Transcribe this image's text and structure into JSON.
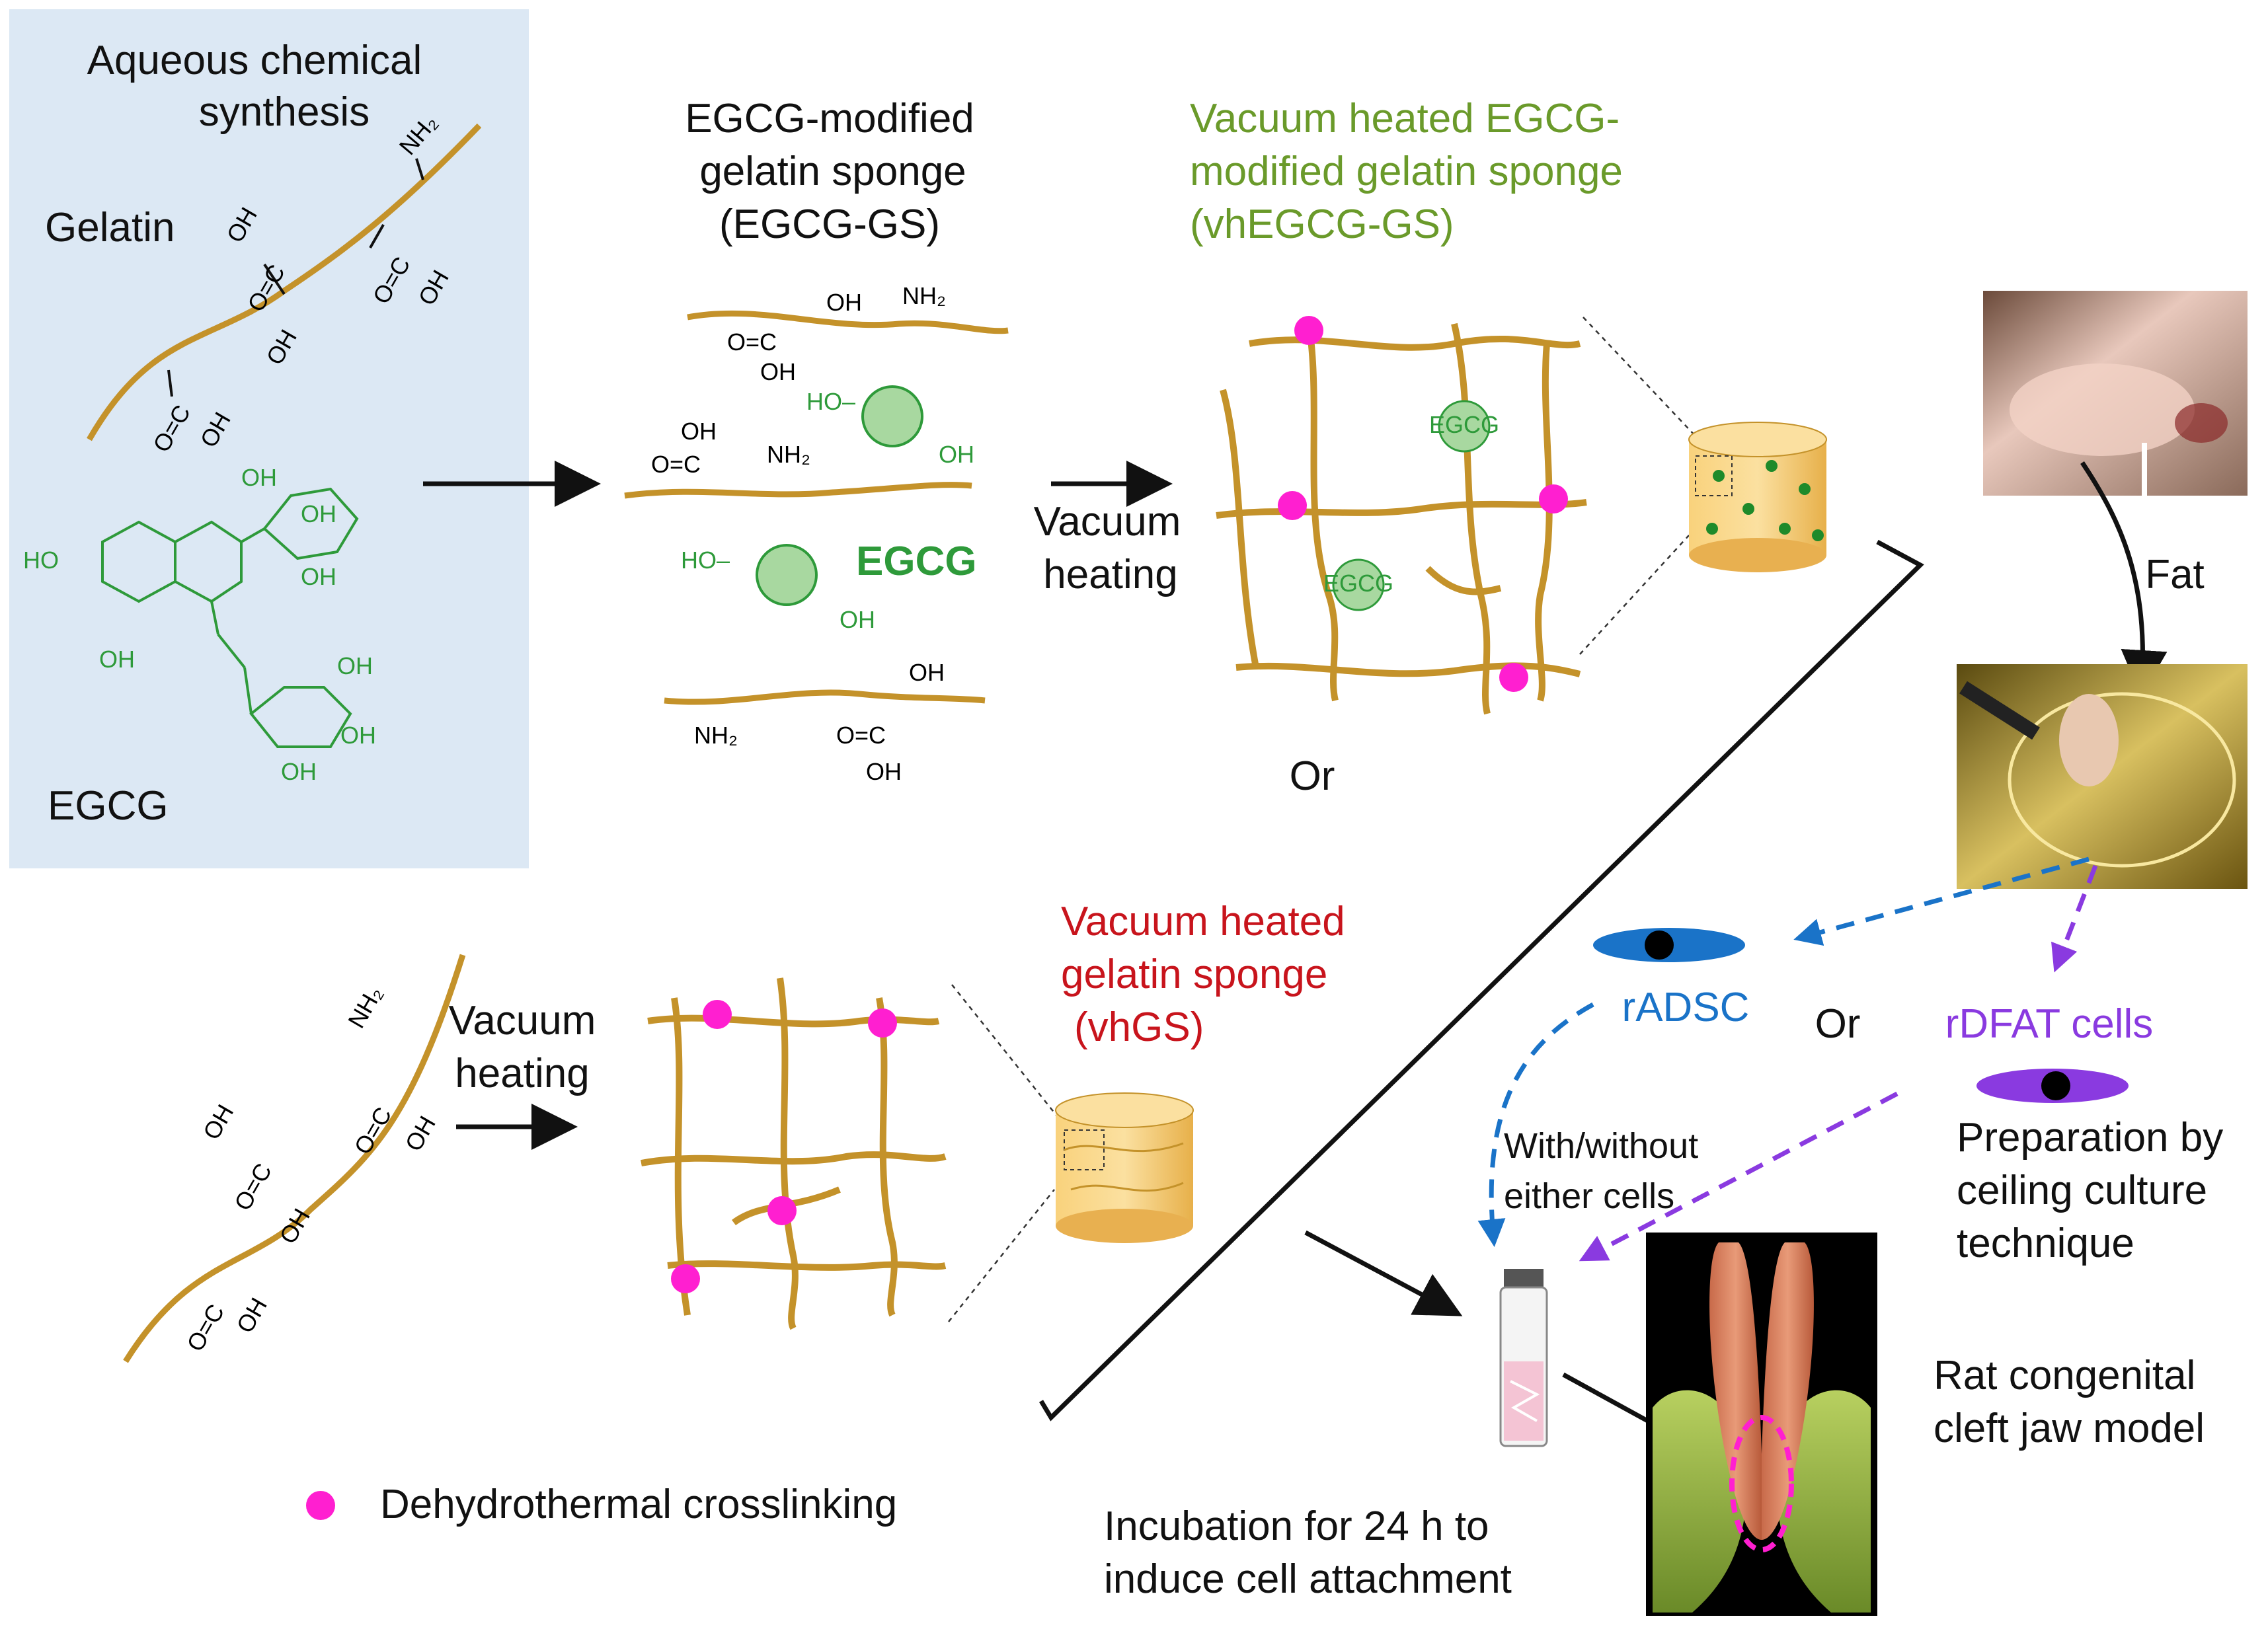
{
  "colors": {
    "gelatin": "#c4922a",
    "egcg": "#2e9a3a",
    "egcg_fill": "#a8d8a0",
    "pink": "#ff1fd0",
    "vh_egcg_label": "#6a9a2a",
    "vhgs_label": "#c8141c",
    "radsc_blue": "#1a73c8",
    "rdfat_purple": "#8a3ae0",
    "panel_bg": "#dce8f4",
    "sponge": "#f6c86a"
  },
  "panel": {
    "title_line1": "Aqueous chemical",
    "title_line2": "synthesis",
    "gelatin_label": "Gelatin",
    "egcg_label": "EGCG"
  },
  "chem": {
    "oh": "OH",
    "nh2": "NH₂",
    "cooh_c": "O=C",
    "ho": "HO",
    "ho_dash": "HO–",
    "egcg_core": "EGCG"
  },
  "egcg_gs": {
    "line1": "EGCG-modified",
    "line2": "gelatin sponge",
    "line3": "(EGCG-GS)",
    "egcg_bold": "EGCG"
  },
  "vacuum": {
    "line1": "Vacuum",
    "line2": "heating"
  },
  "vh_egcg_gs": {
    "line1": "Vacuum heated EGCG-",
    "line2": "modified gelatin sponge",
    "line3": "(vhEGCG-GS)"
  },
  "vhgs": {
    "line1": "Vacuum heated",
    "line2": "gelatin sponge",
    "line3": "(vhGS)"
  },
  "or_label": "Or",
  "fat_label": "Fat",
  "radsc_label": "rADSC",
  "rdfat_label": "rDFAT cells",
  "with_without": {
    "line1": "With/without",
    "line2": "either cells"
  },
  "preparation": {
    "line1": "Preparation by",
    "line2": "ceiling culture",
    "line3": "technique"
  },
  "rat_model": {
    "line1": "Rat congenital",
    "line2": "cleft jaw model"
  },
  "incubation": {
    "line1": "Incubation for 24 h to",
    "line2": "induce cell attachment"
  },
  "legend": {
    "crosslink": "Dehydrothermal crosslinking"
  }
}
